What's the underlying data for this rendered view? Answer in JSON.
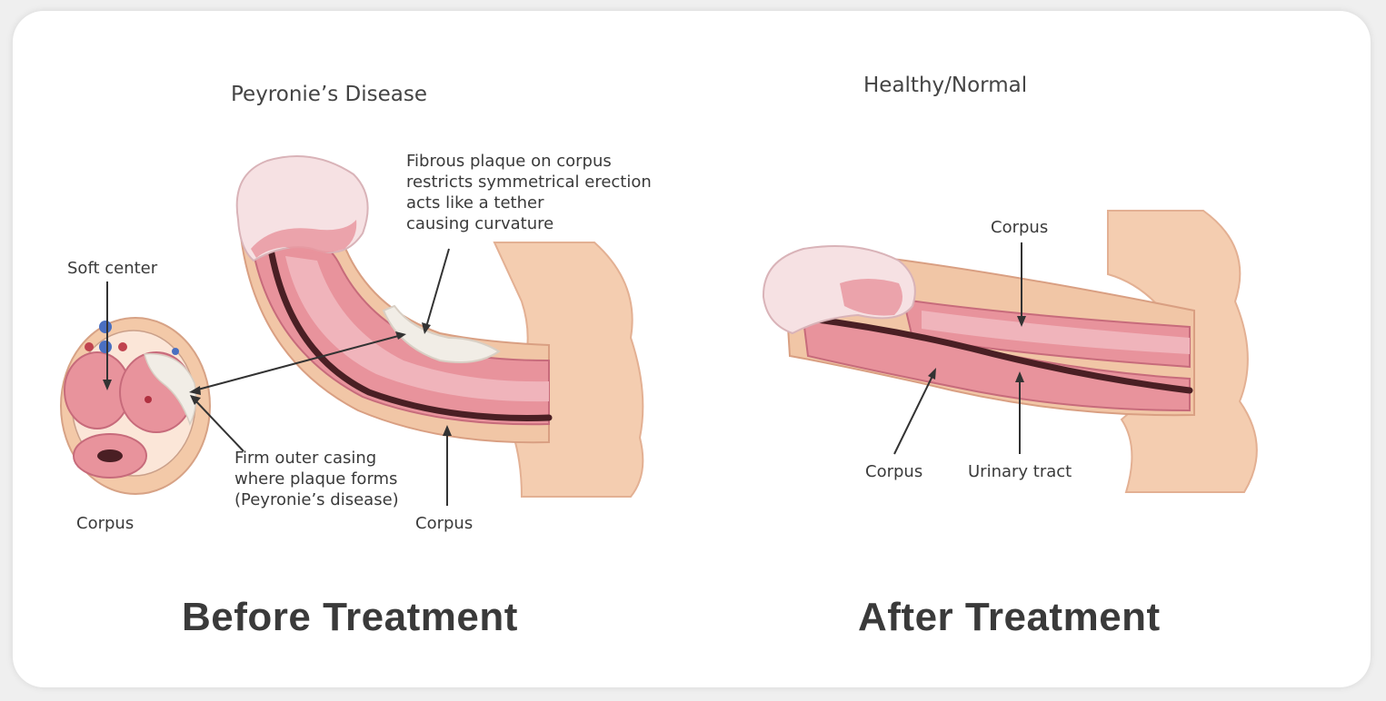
{
  "before": {
    "title": "Peyronie’s Disease",
    "label_plaque": "Fibrous plaque on corpus\nrestricts symmetrical erection\nacts like a tether\ncausing curvature",
    "label_soft_center": "Soft center",
    "label_outer_casing": "Firm outer casing\nwhere plaque forms\n(Peyronie’s disease)",
    "label_corpus_cross": "Corpus",
    "label_corpus_side": "Corpus",
    "caption": "Before Treatment"
  },
  "after": {
    "title": "Healthy/Normal",
    "label_corpus_top": "Corpus",
    "label_corpus_bottom": "Corpus",
    "label_urinary_tract": "Urinary tract",
    "caption": "After Treatment"
  },
  "colors": {
    "skin": "#f3c9a8",
    "skin_shadow": "#e2a888",
    "tissue": "#e8909a",
    "tissue_dark": "#cf6f80",
    "glans": "#f6e1e3",
    "plaque": "#f1ede6",
    "tract": "#4a1f24",
    "leader": "#333333"
  }
}
